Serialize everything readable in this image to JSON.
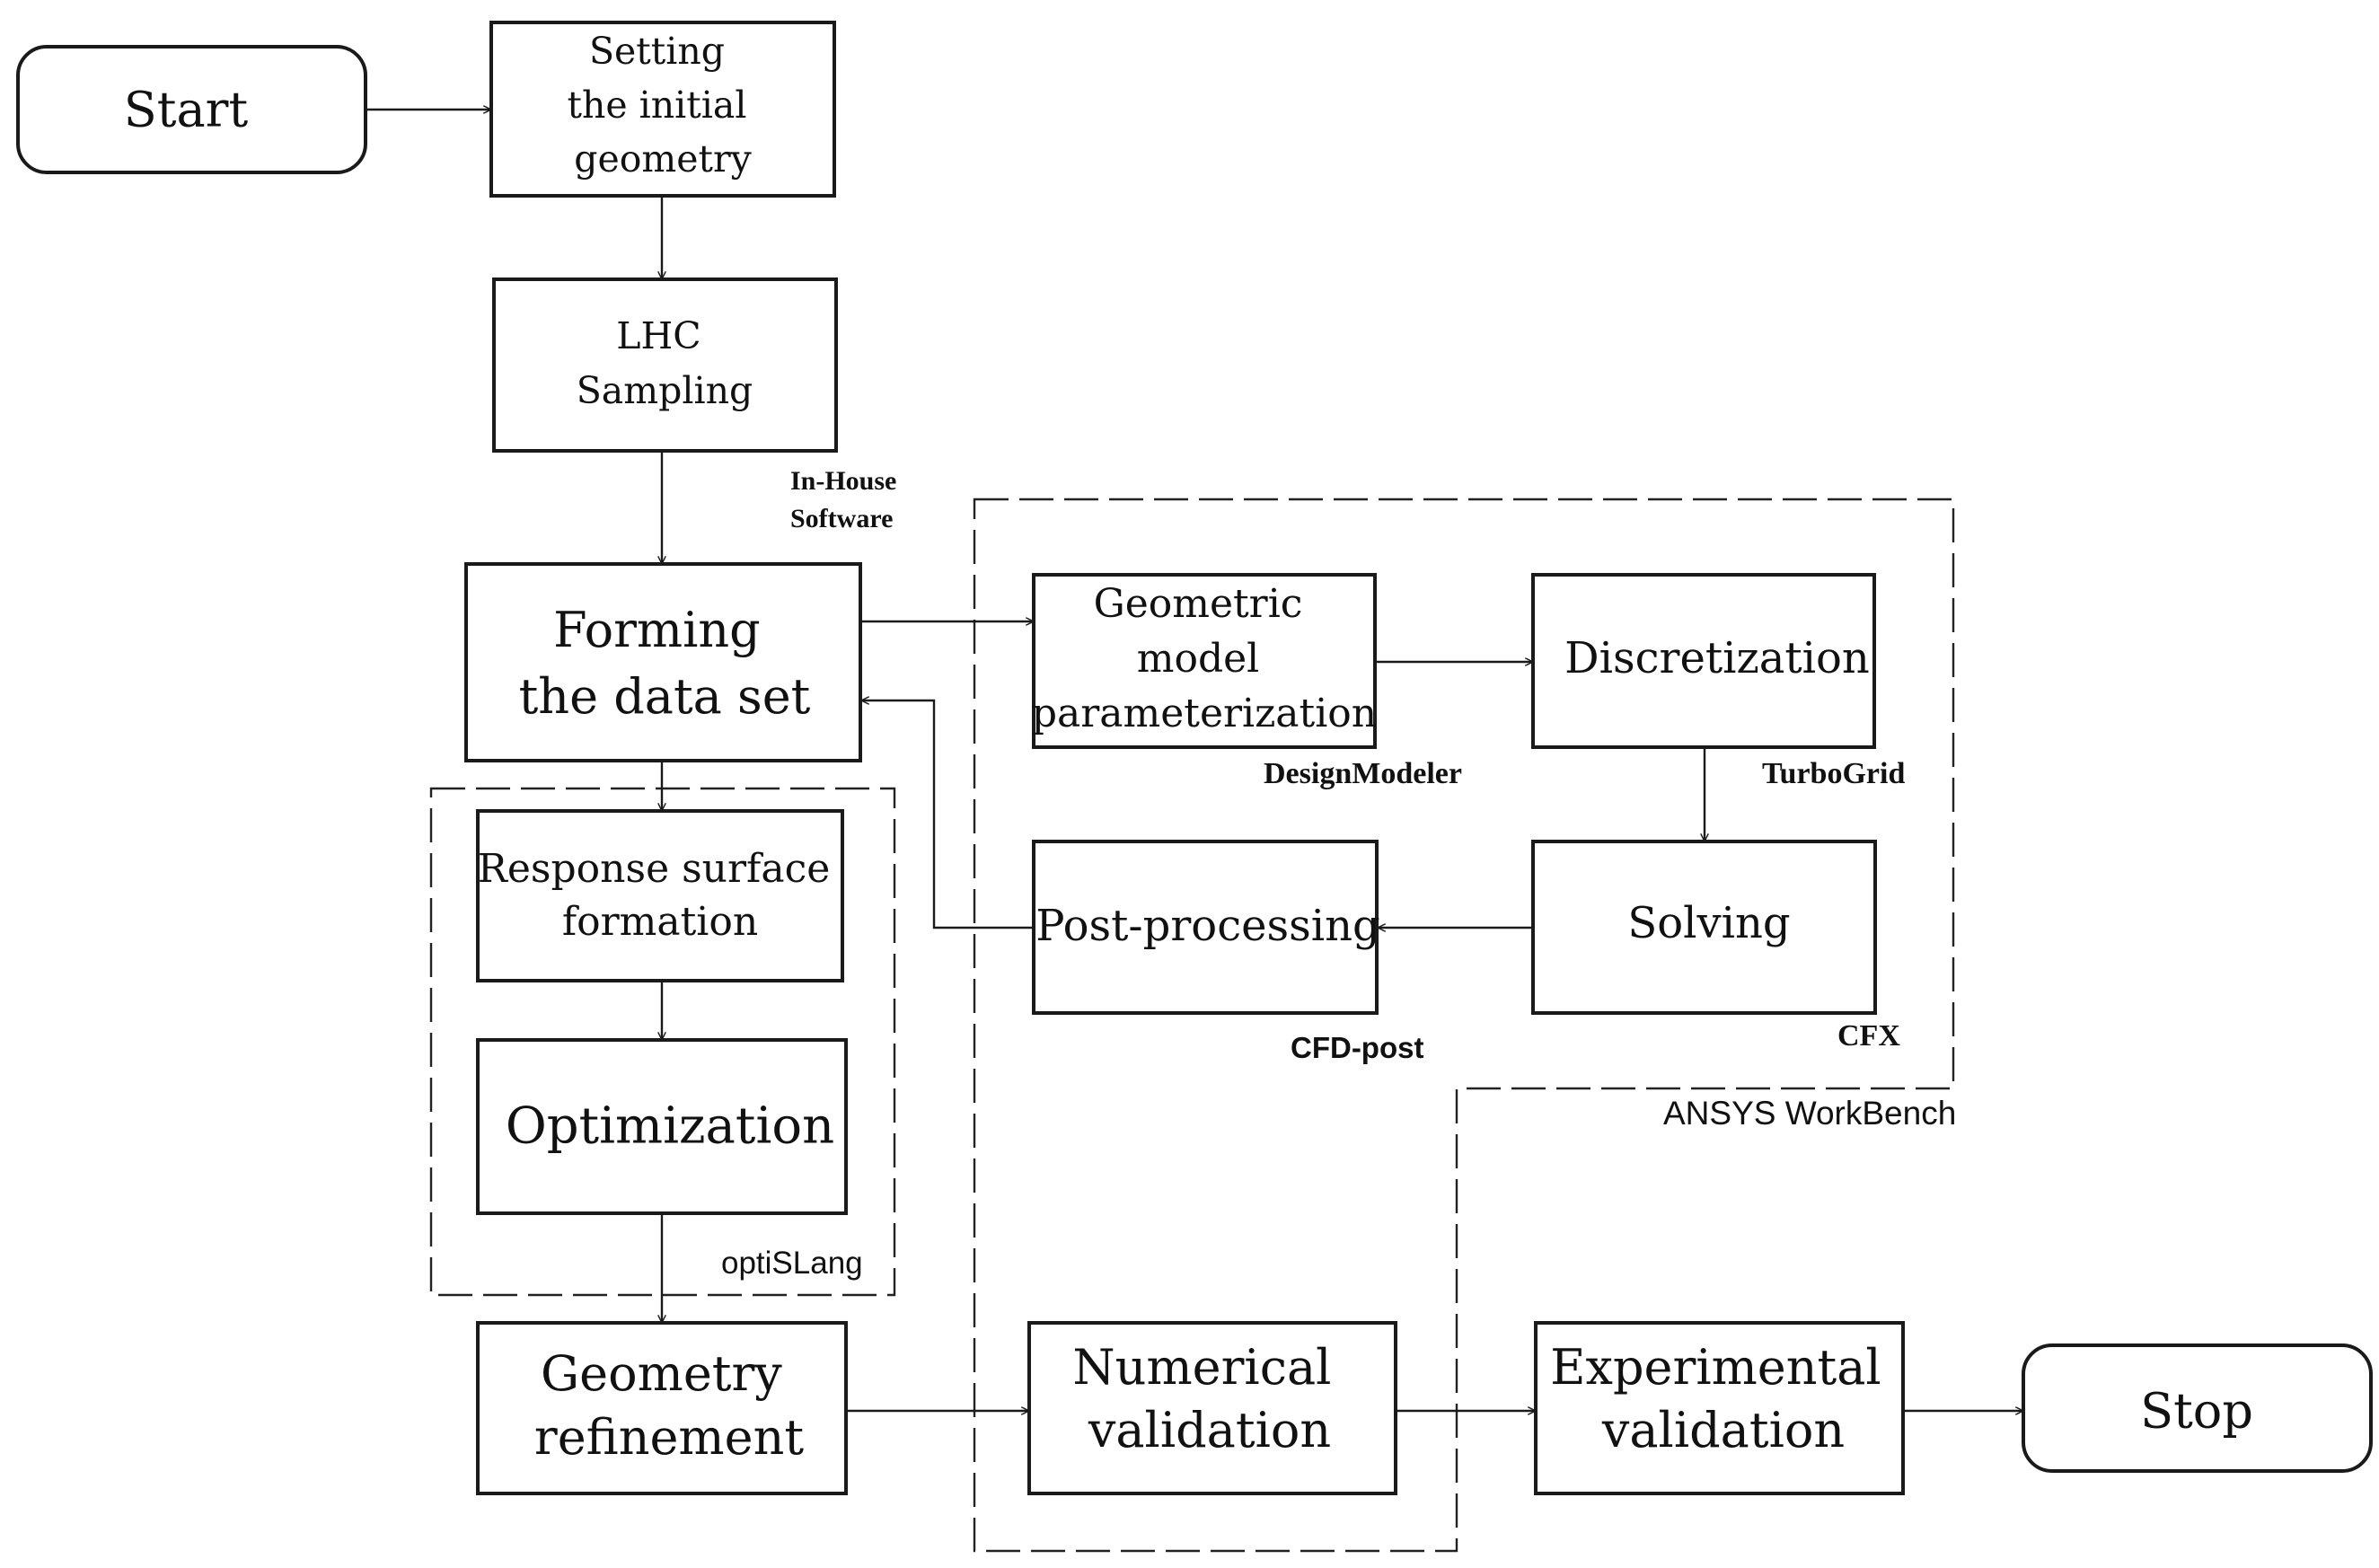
{
  "nodes": {
    "start": {
      "label": "Start"
    },
    "setting": {
      "lines": [
        "Setting",
        "the initial",
        "geometry"
      ]
    },
    "lhc": {
      "lines": [
        "LHC",
        "Sampling"
      ]
    },
    "forming": {
      "lines": [
        "Forming",
        "the data set"
      ]
    },
    "response": {
      "lines": [
        "Response surface",
        "formation"
      ]
    },
    "optimization": {
      "label": "Optimization"
    },
    "geometry_refinement": {
      "lines": [
        "Geometry",
        "refinement"
      ]
    },
    "geometric_model": {
      "lines": [
        "Geometric",
        "model",
        "parameterization"
      ]
    },
    "discretization": {
      "label": "Discretization"
    },
    "solving": {
      "label": "Solving"
    },
    "post_processing": {
      "label": "Post-processing"
    },
    "numerical_validation": {
      "lines": [
        "Numerical",
        "validation"
      ]
    },
    "experimental_validation": {
      "lines": [
        "Experimental",
        "validation"
      ]
    },
    "stop": {
      "label": "Stop"
    }
  },
  "tool_labels": {
    "in_house": [
      "In-House",
      "Software"
    ],
    "design_modeler": "DesignModeler",
    "turbogrid": "TurboGrid",
    "cfd_post": "CFD-post",
    "cfx": "CFX",
    "ansys": "ANSYS WorkBench",
    "optislang": "optiSLang"
  }
}
